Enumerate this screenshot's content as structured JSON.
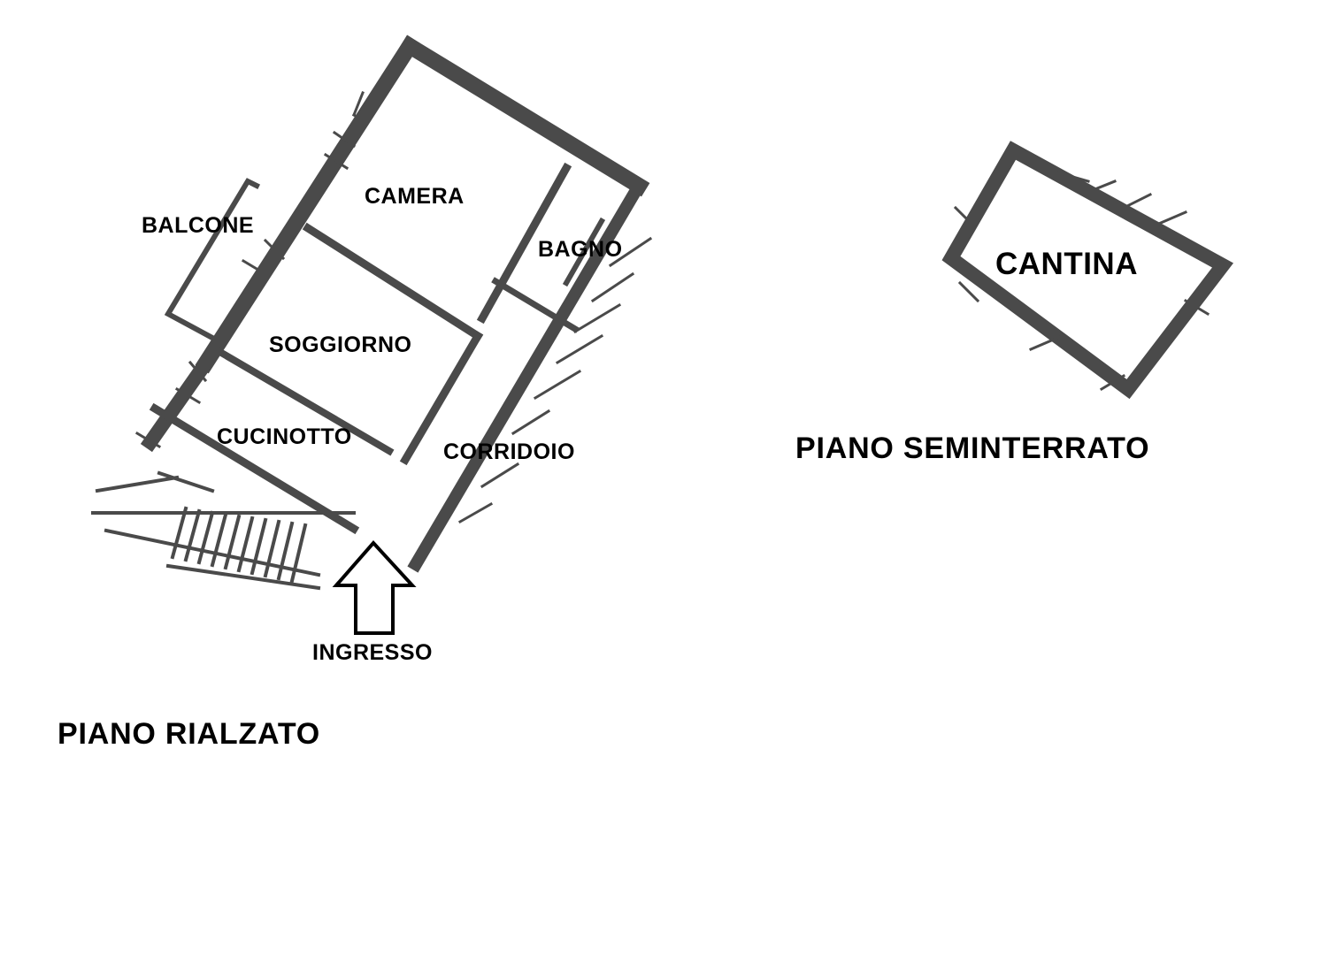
{
  "rooms": {
    "camera": "CAMERA",
    "balcone": "BALCONE",
    "bagno": "BAGNO",
    "soggiorno": "SOGGIORNO",
    "cucinotto": "CUCINOTTO",
    "corridoio": "CORRIDOIO",
    "ingresso": "INGRESSO",
    "cantina": "CANTINA"
  },
  "floors": {
    "rialzato": "PIANO RIALZATO",
    "seminterrato": "PIANO SEMINTERRATO"
  },
  "colors": {
    "wall": "#4a4a4a",
    "ink": "#000000",
    "background": "#ffffff"
  }
}
